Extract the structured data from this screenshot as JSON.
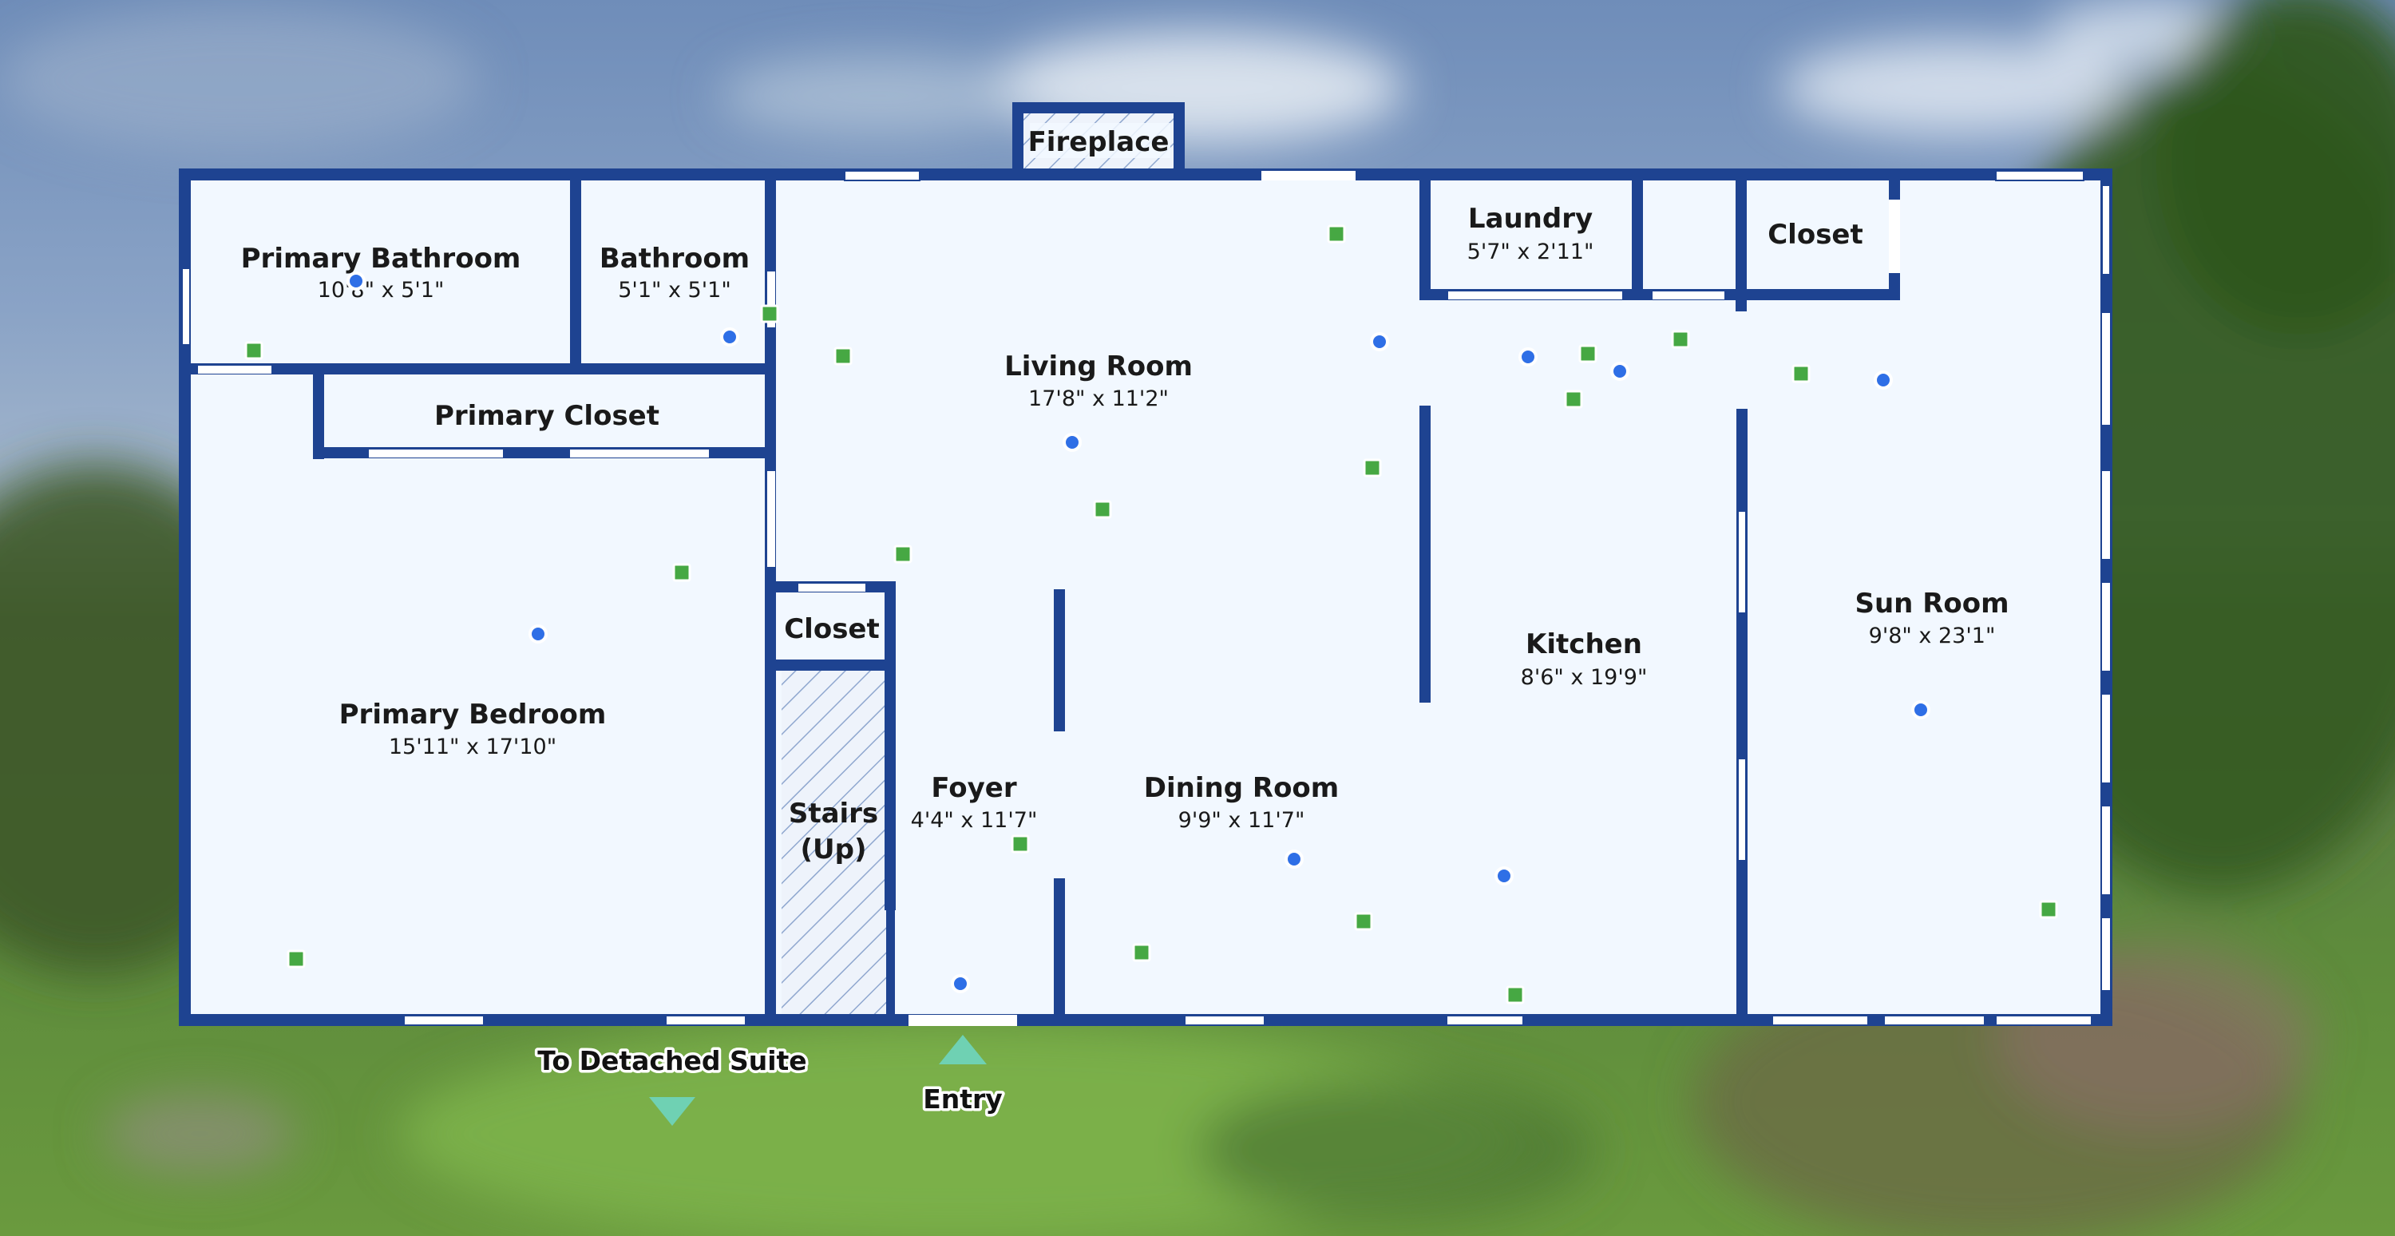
{
  "floorplan": {
    "rooms": {
      "primary_bathroom": {
        "name": "Primary Bathroom",
        "dims": "10'8\" x 5'1\""
      },
      "bathroom": {
        "name": "Bathroom",
        "dims": "5'1\" x 5'1\""
      },
      "primary_closet": {
        "name": "Primary Closet"
      },
      "primary_bedroom": {
        "name": "Primary Bedroom",
        "dims": "15'11\" x 17'10\""
      },
      "fireplace": {
        "name": "Fireplace"
      },
      "living_room": {
        "name": "Living Room",
        "dims": "17'8\" x 11'2\""
      },
      "laundry": {
        "name": "Laundry",
        "dims": "5'7\" x 2'11\""
      },
      "closet_top": {
        "name": "Closet"
      },
      "closet_small": {
        "name": "Closet"
      },
      "stairs": {
        "name_line1": "Stairs",
        "name_line2": "(Up)"
      },
      "foyer": {
        "name": "Foyer",
        "dims": "4'4\" x 11'7\""
      },
      "dining_room": {
        "name": "Dining Room",
        "dims": "9'9\" x 11'7\""
      },
      "kitchen": {
        "name": "Kitchen",
        "dims": "8'6\" x 19'9\""
      },
      "sun_room": {
        "name": "Sun Room",
        "dims": "9'8\" x 23'1\""
      }
    },
    "exterior": {
      "detached_suite_label": "To Detached Suite",
      "entry_label": "Entry"
    },
    "colors": {
      "wall": "#1e4391",
      "floor": "#f2f8ff",
      "camera_marker": "#2f6fe6",
      "photo_marker": "#46a843",
      "exit_arrow": "#6fd1b3"
    }
  }
}
